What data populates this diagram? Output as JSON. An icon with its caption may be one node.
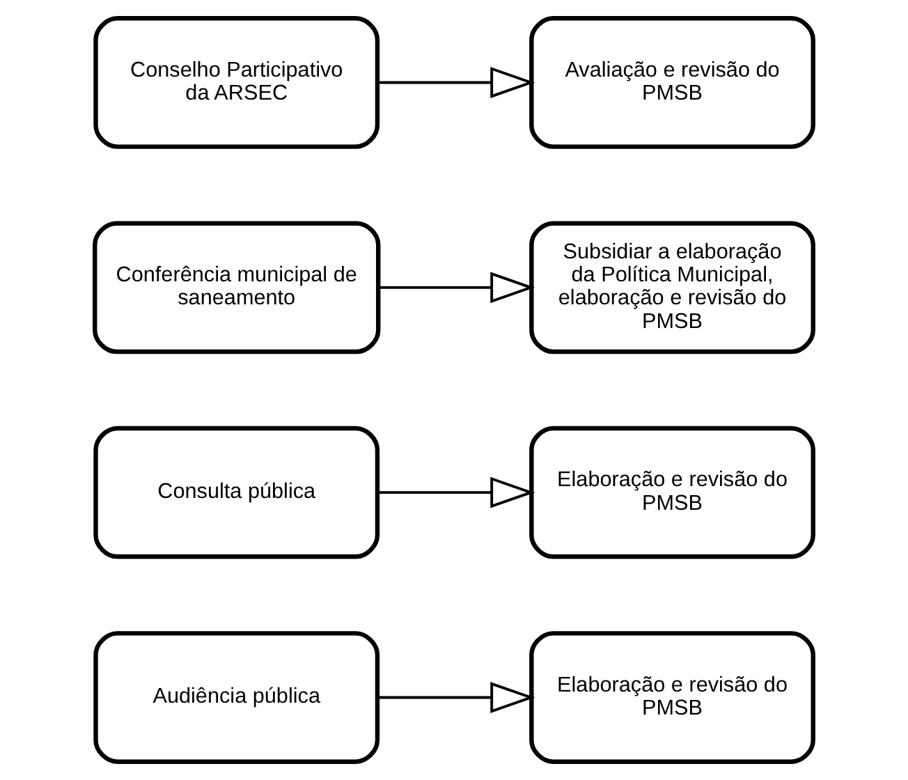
{
  "diagram": {
    "nodes": [
      {
        "text": [
          "Audiência pública"
        ]
      },
      {
        "text": [
          "Elaboração e revisão do PMSB"
        ]
      },
      {
        "text": [
          "Consulta pública"
        ]
      },
      {
        "text": [
          "Elaboração e revisão do PMSB"
        ]
      },
      {
        "text": [
          "Conferência municipal de saneamento"
        ]
      },
      {
        "text": [
          "Subsidiar a elaboração da Política Municipal, elaboração e revisão do PMSB"
        ]
      },
      {
        "text": [
          "Conselho Participativo da ARSEC"
        ]
      },
      {
        "text": [
          "Avaliação e revisão do PMSB"
        ]
      }
    ],
    "edges": [
      {
        "from": 0,
        "to": 1,
        "arrow": "to"
      },
      {
        "from": 2,
        "to": 3,
        "arrow": "to"
      },
      {
        "from": 4,
        "to": 5,
        "arrow": "to"
      },
      {
        "from": 6,
        "to": 7,
        "arrow": "to"
      }
    ]
  }
}
